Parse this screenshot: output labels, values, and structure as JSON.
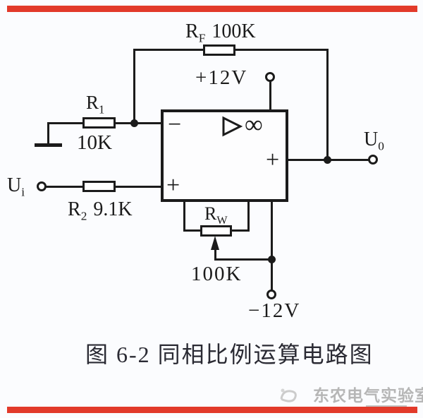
{
  "colors": {
    "accent-red": "#e23a2a",
    "line": "#1b1b1b",
    "caption": "#2a2a33",
    "watermark": "#b6b6b6",
    "background": "#fbfcfe"
  },
  "circuit": {
    "feedback_resistor": {
      "ref": "R",
      "sub": "F",
      "value": "100K"
    },
    "input_resistor": {
      "ref": "R",
      "sub": "1",
      "value": "10K"
    },
    "noninverting_resistor": {
      "ref": "R",
      "sub": "2",
      "value": "9.1K"
    },
    "potentiometer": {
      "ref": "R",
      "sub": "W",
      "value": "100K"
    },
    "positive_supply": "+12V",
    "negative_supply": "−12V",
    "input_terminal": {
      "ref": "U",
      "sub": "i"
    },
    "output_terminal": {
      "ref": "U",
      "sub": "0"
    },
    "opamp": {
      "gain_symbol": "∞",
      "inverting_sign": "−",
      "noninverting_sign": "+",
      "output_sign": "+"
    }
  },
  "caption": "图 6-2 同相比例运算电路图",
  "watermark": "东农电气实验室"
}
